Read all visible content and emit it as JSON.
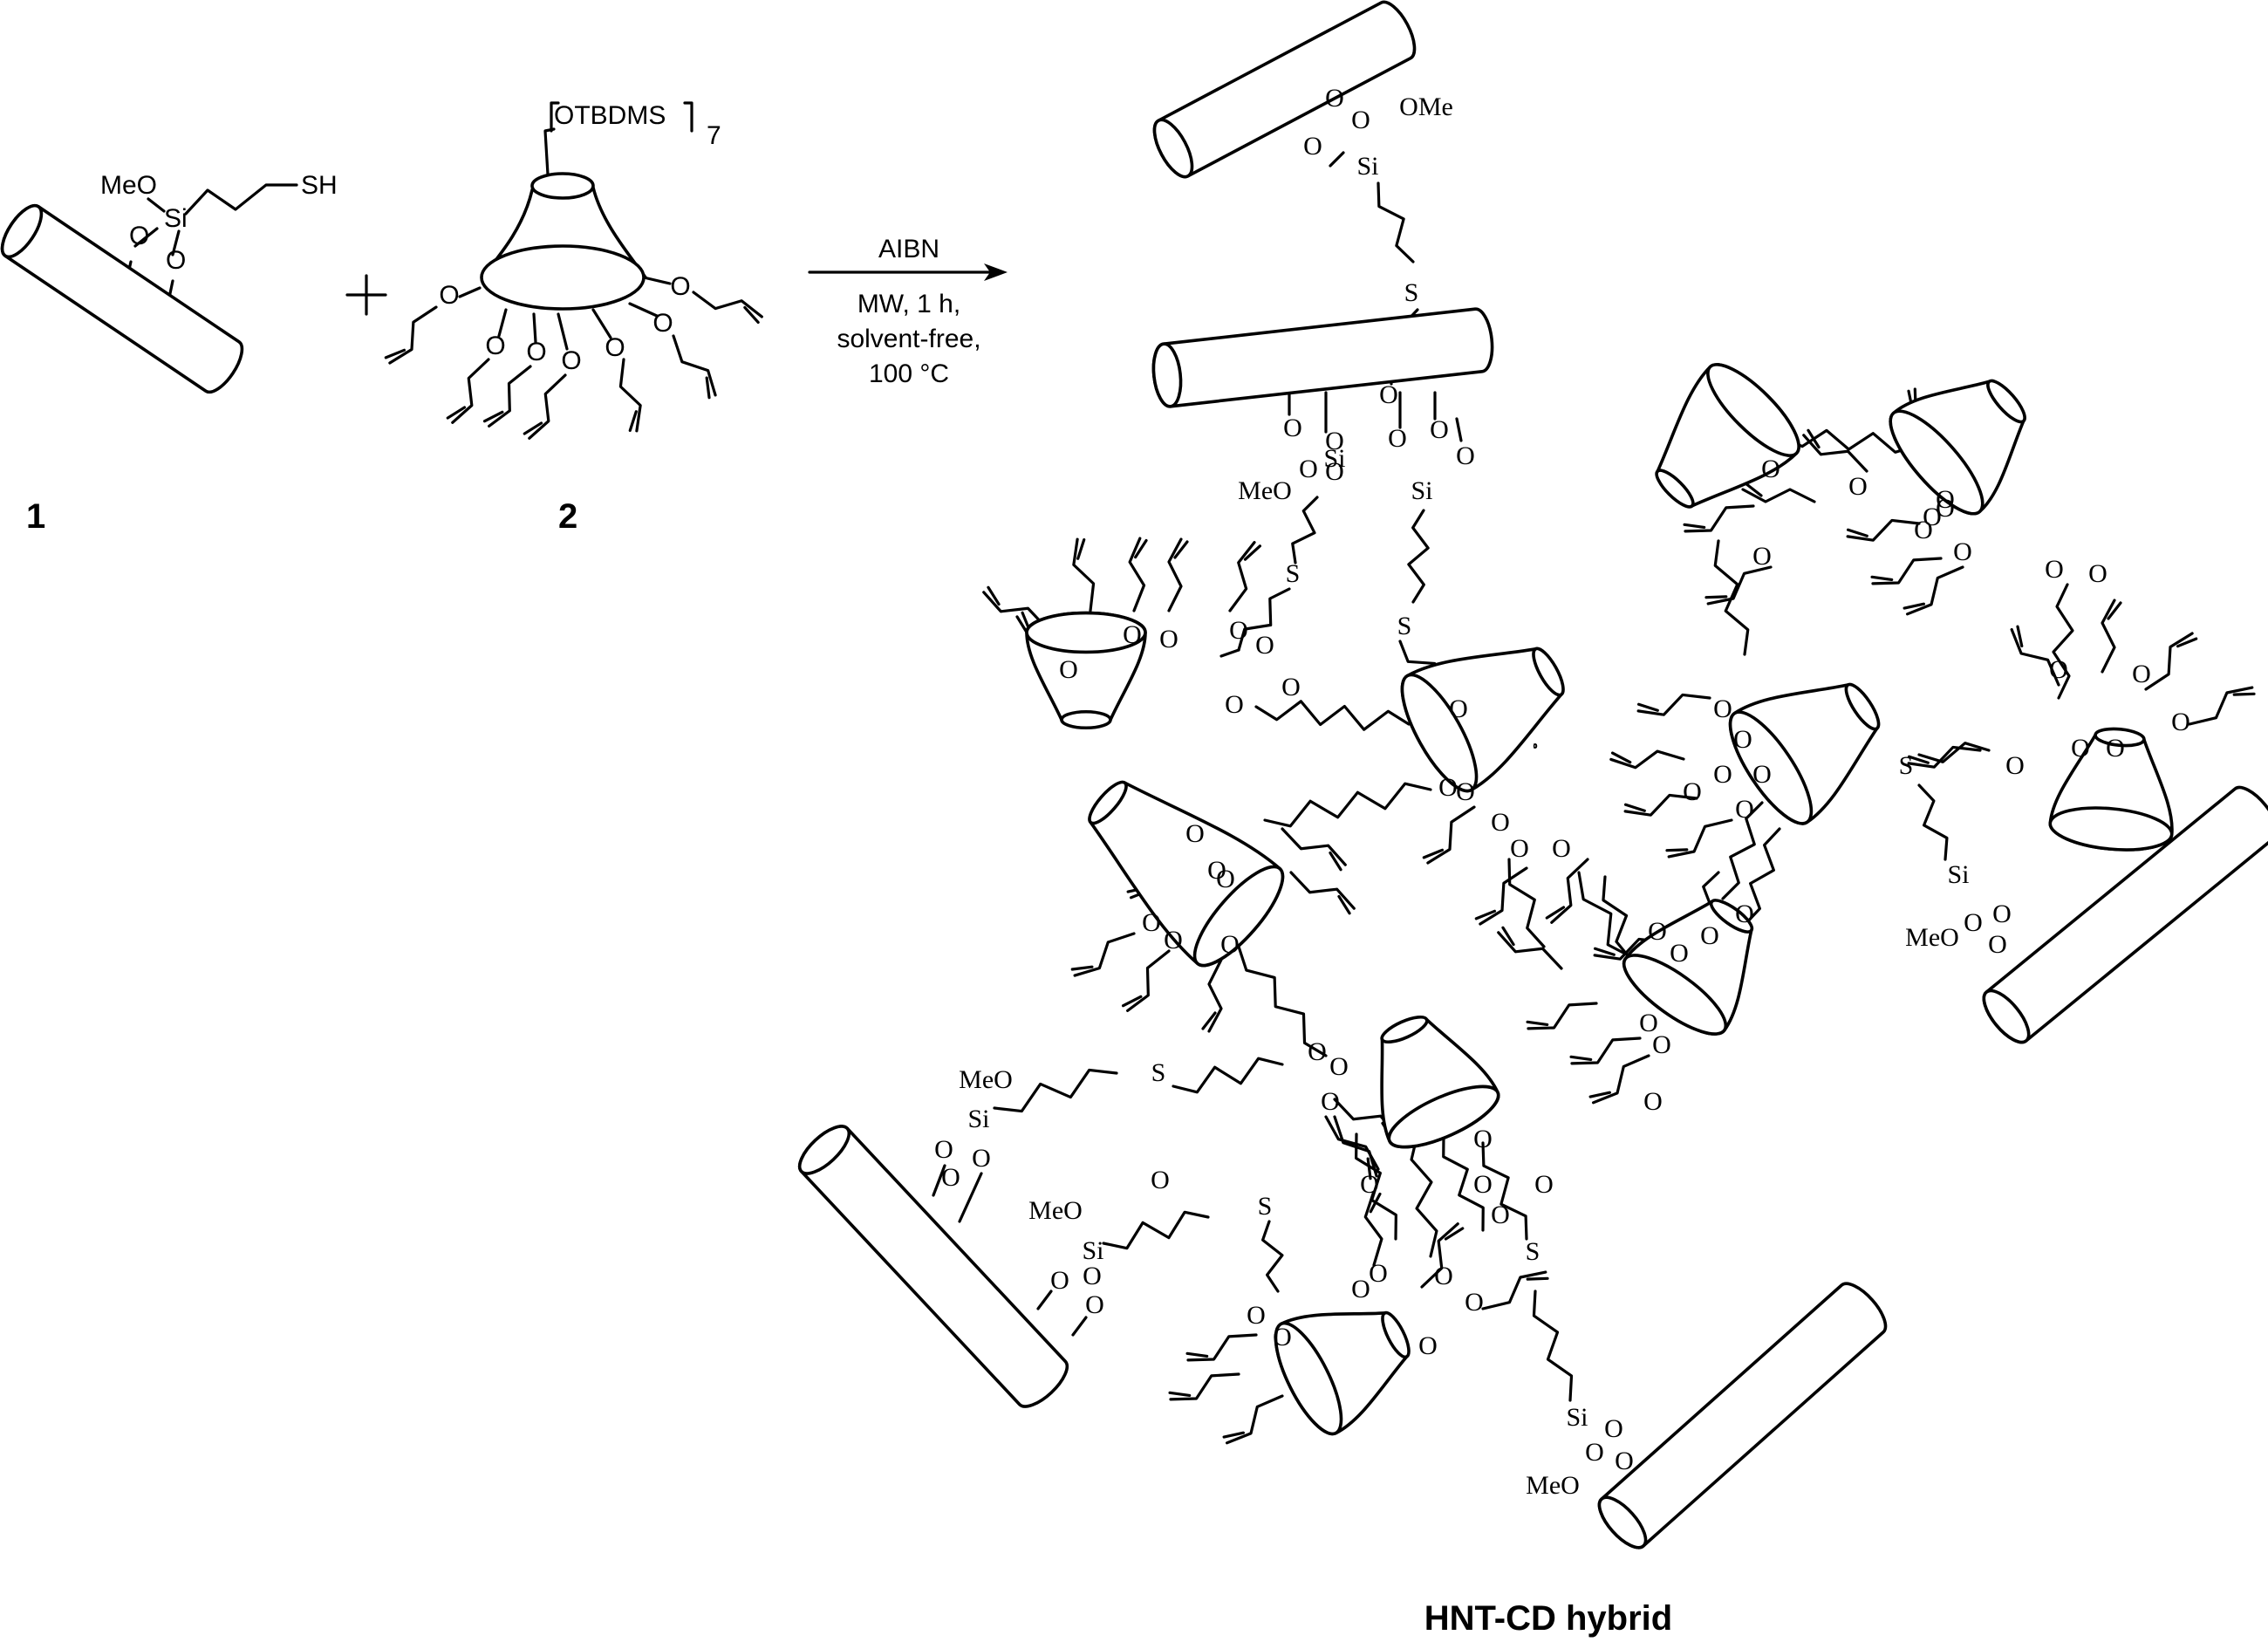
{
  "reactant1": {
    "label": "1",
    "meo": "MeO",
    "si": "Si",
    "o": "O",
    "sh": "SH"
  },
  "plus": "+",
  "reactant2": {
    "label": "2",
    "group": "OTBDMS",
    "subscript": "7",
    "o": "O"
  },
  "conditions": {
    "reagent": "AIBN",
    "line1": "MW, 1 h,",
    "line2": "solvent-free,",
    "line3": "100 °C"
  },
  "product": {
    "label": "HNT-CD hybrid",
    "meo": "MeO",
    "ome": "OMe",
    "si": "Si",
    "s": "S",
    "o": "O"
  }
}
